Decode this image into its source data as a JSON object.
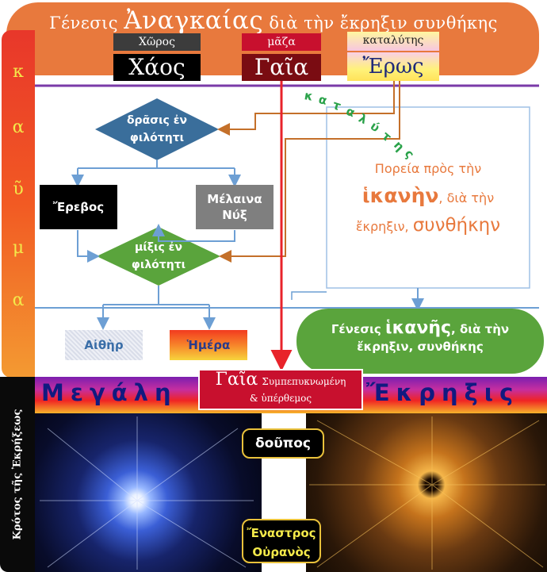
{
  "header": {
    "title_prefix": "Γένεσις",
    "title_big": "Ἀναγκαίας",
    "title_suffix": "διὰ τὴν ἔκρηξιν συνθήκης"
  },
  "top_labels": {
    "space": {
      "small": "Χῶρος",
      "big": "Χάος"
    },
    "mass": {
      "small": "μᾶζα",
      "big": "Γαῖα"
    },
    "catalyst": {
      "small": "καταλύτης",
      "big": "Ἔρως"
    }
  },
  "sidebar_letters": [
    "κ",
    "α",
    "ῦ",
    "μ",
    "α"
  ],
  "catalyst_arc": [
    "κ",
    "α",
    "τ",
    "α",
    "λ",
    "ύ",
    "τ",
    "η",
    "ς"
  ],
  "diamond_top": [
    "δρᾶσις ἐν",
    "φιλότητι"
  ],
  "diamond_mid": [
    "μίξις ἐν",
    "φιλότητι"
  ],
  "erebos": "Ἔρεβος",
  "nyx": [
    "Μέλαινα",
    "Νύξ"
  ],
  "aither": "Αἰθὴρ",
  "hemera": "Ἡμέρα",
  "path_box": {
    "line1": "Πορεία πρὸς τὴν",
    "big1": "ἱκανὴν",
    "line2_suffix": ", διὰ τὴν",
    "line3": "ἔκρηξιν,",
    "big2": "συνθήκην"
  },
  "genesis_pill": {
    "prefix": "Γένεσις",
    "big": "ἱκανῆς",
    "suffix": ", διὰ τὴν",
    "line2": "ἔκρηξιν, συνθήκης"
  },
  "band": {
    "left": "Μεγάλη",
    "right": "Ἔκρηξις"
  },
  "gaia_box": {
    "big": "Γαῖα",
    "small1": "Συμπεπυκνωμένη",
    "small2": "& ὑπέρθεμος"
  },
  "doupos": "δοῦπος",
  "sky": [
    "Ἔναστρος",
    "Οὐρανὸς"
  ],
  "leftbar_text": "Κρότος τῆς Ἐκρήξεως",
  "colors": {
    "header": "#e8793d",
    "diamond": "#3a6e9b",
    "green": "#5aa43c",
    "arrow_red": "#e8232a",
    "arrow_brown": "#c4702a",
    "arrow_blue": "#6d9fd4"
  }
}
